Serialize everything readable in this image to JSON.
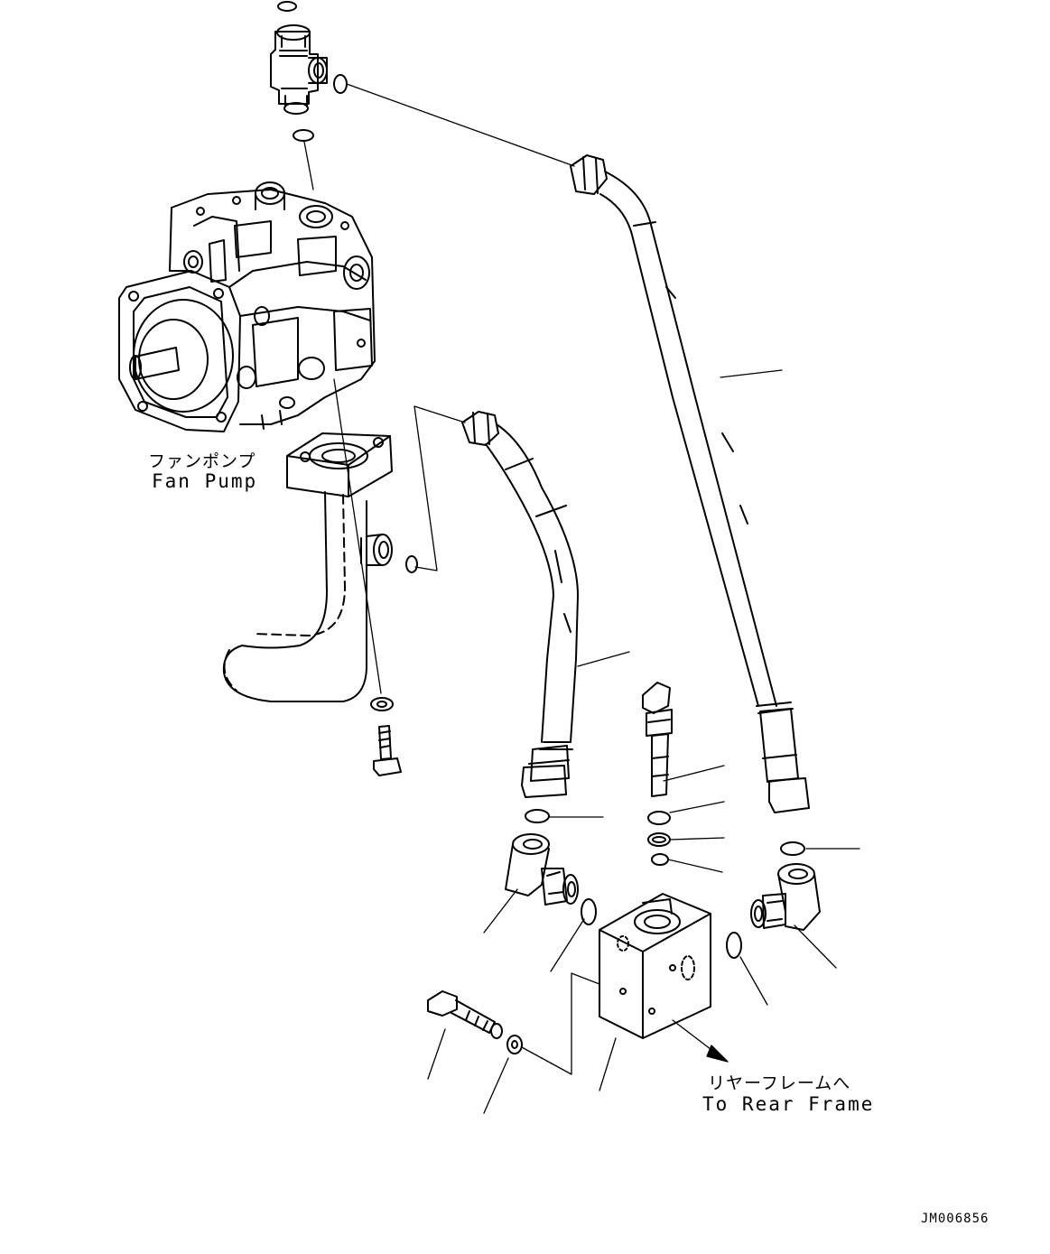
{
  "labels": {
    "fan_pump_jp": "ファンポンプ",
    "fan_pump_en": "Fan Pump",
    "rear_frame_jp": "リヤーフレームへ",
    "rear_frame_en": "To Rear Frame"
  },
  "drawing_code": "JM006856"
}
